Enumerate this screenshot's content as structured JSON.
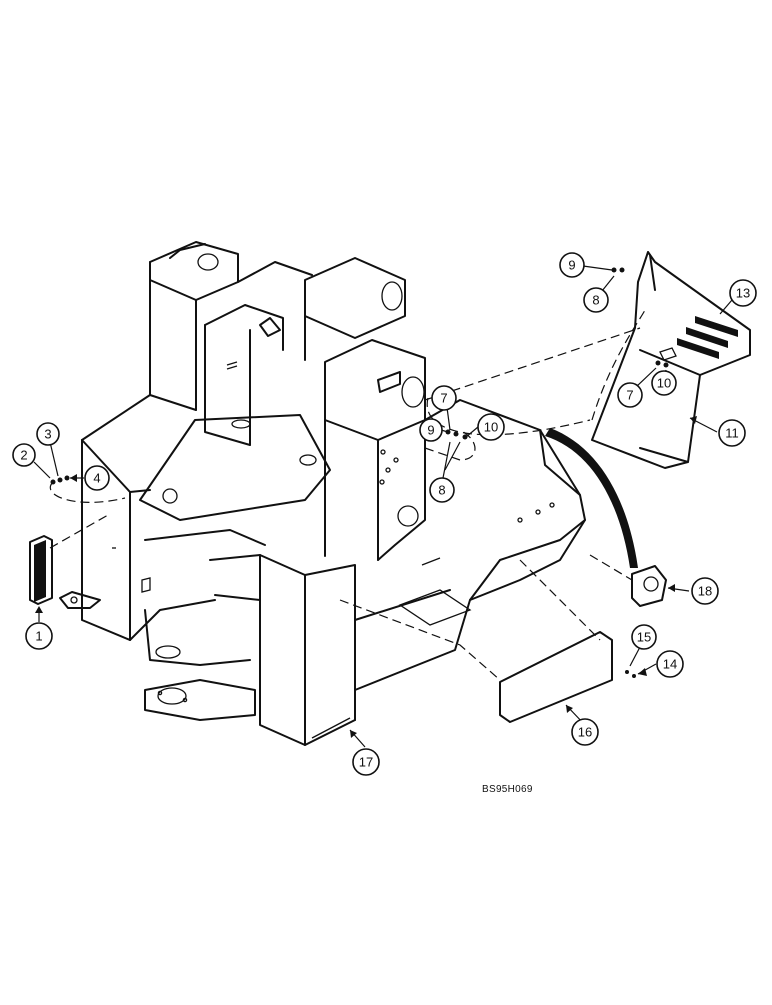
{
  "drawing_code": "BS95H069",
  "callouts": [
    {
      "label": "1"
    },
    {
      "label": "2"
    },
    {
      "label": "3"
    },
    {
      "label": "4"
    },
    {
      "label": "7"
    },
    {
      "label": "9"
    },
    {
      "label": "10"
    },
    {
      "label": "8"
    },
    {
      "label": "9"
    },
    {
      "label": "8"
    },
    {
      "label": "13"
    },
    {
      "label": "7"
    },
    {
      "label": "10"
    },
    {
      "label": "11"
    },
    {
      "label": "18"
    },
    {
      "label": "15"
    },
    {
      "label": "14"
    },
    {
      "label": "16"
    },
    {
      "label": "17"
    }
  ]
}
